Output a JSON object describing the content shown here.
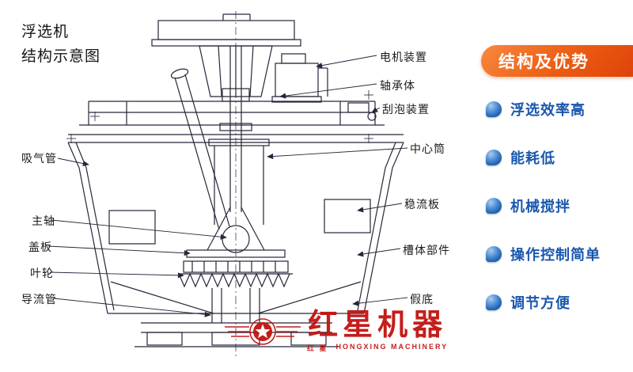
{
  "title": {
    "line1": "浮选机",
    "line2": "结构示意图"
  },
  "diagram": {
    "labels": {
      "motor": "电机装置",
      "bearing": "轴承体",
      "scraper": "刮泡装置",
      "center_tube": "中心筒",
      "stabilizer": "稳流板",
      "tank_body": "槽体部件",
      "false_bottom": "假底",
      "suction_pipe": "吸气管",
      "main_shaft": "主轴",
      "cover_plate": "盖板",
      "impeller": "叶轮",
      "guide_tube": "导流管"
    }
  },
  "sidebar": {
    "header": "结构及优势",
    "items": [
      {
        "label": "浮选效率高"
      },
      {
        "label": "能耗低"
      },
      {
        "label": "机械搅拌"
      },
      {
        "label": "操作控制简单"
      },
      {
        "label": "调节方便"
      }
    ]
  },
  "watermark": {
    "brand": "红星机器",
    "sub_cn": "红 星",
    "sub_en": "HONGXING MACHINERY"
  },
  "colors": {
    "header_orange": "#ec5c12",
    "item_blue": "#1a57ad",
    "brand_red": "#c2130f",
    "line_ink": "#26263a"
  }
}
